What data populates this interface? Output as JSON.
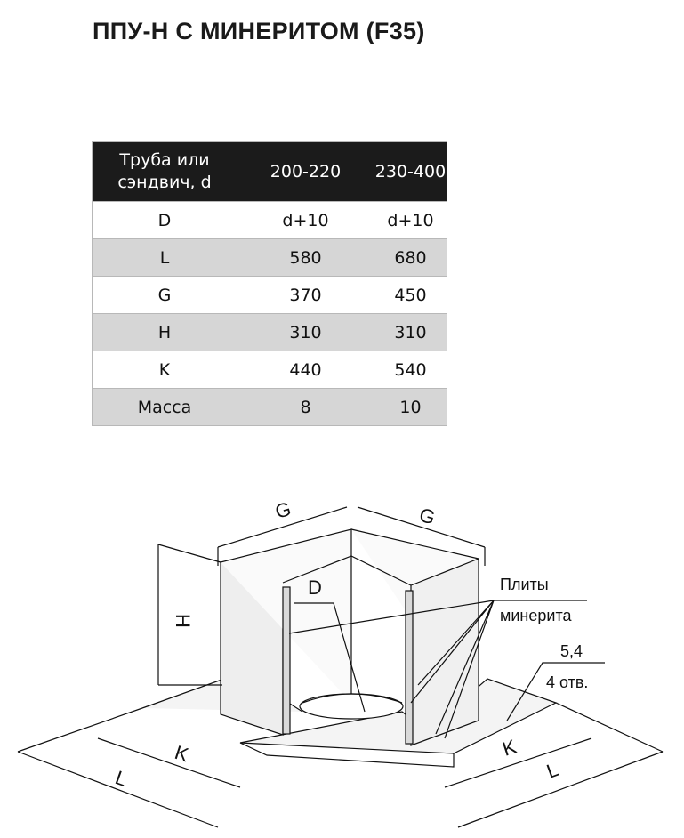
{
  "title": "ППУ-Н С МИНЕРИТОМ (F35)",
  "table": {
    "header": [
      "Труба или сэндвич, d",
      "200-220",
      "230-400"
    ],
    "rows": [
      {
        "param": "D",
        "v1": "d+10",
        "v2": "d+10"
      },
      {
        "param": "L",
        "v1": "580",
        "v2": "680"
      },
      {
        "param": "G",
        "v1": "370",
        "v2": "450"
      },
      {
        "param": "H",
        "v1": "310",
        "v2": "310"
      },
      {
        "param": "K",
        "v1": "440",
        "v2": "540"
      },
      {
        "param": "Масса",
        "v1": "8",
        "v2": "10"
      }
    ]
  },
  "drawing": {
    "label_g_left": "G",
    "label_g_right": "G",
    "label_h": "H",
    "label_d": "D",
    "label_plates_1": "Плиты",
    "label_plates_2": "минерита",
    "label_holes_size": "5,4",
    "label_holes_count": "4 отв.",
    "label_k_left": "K",
    "label_k_right": "K",
    "label_l_left": "L",
    "label_l_right": "L"
  }
}
